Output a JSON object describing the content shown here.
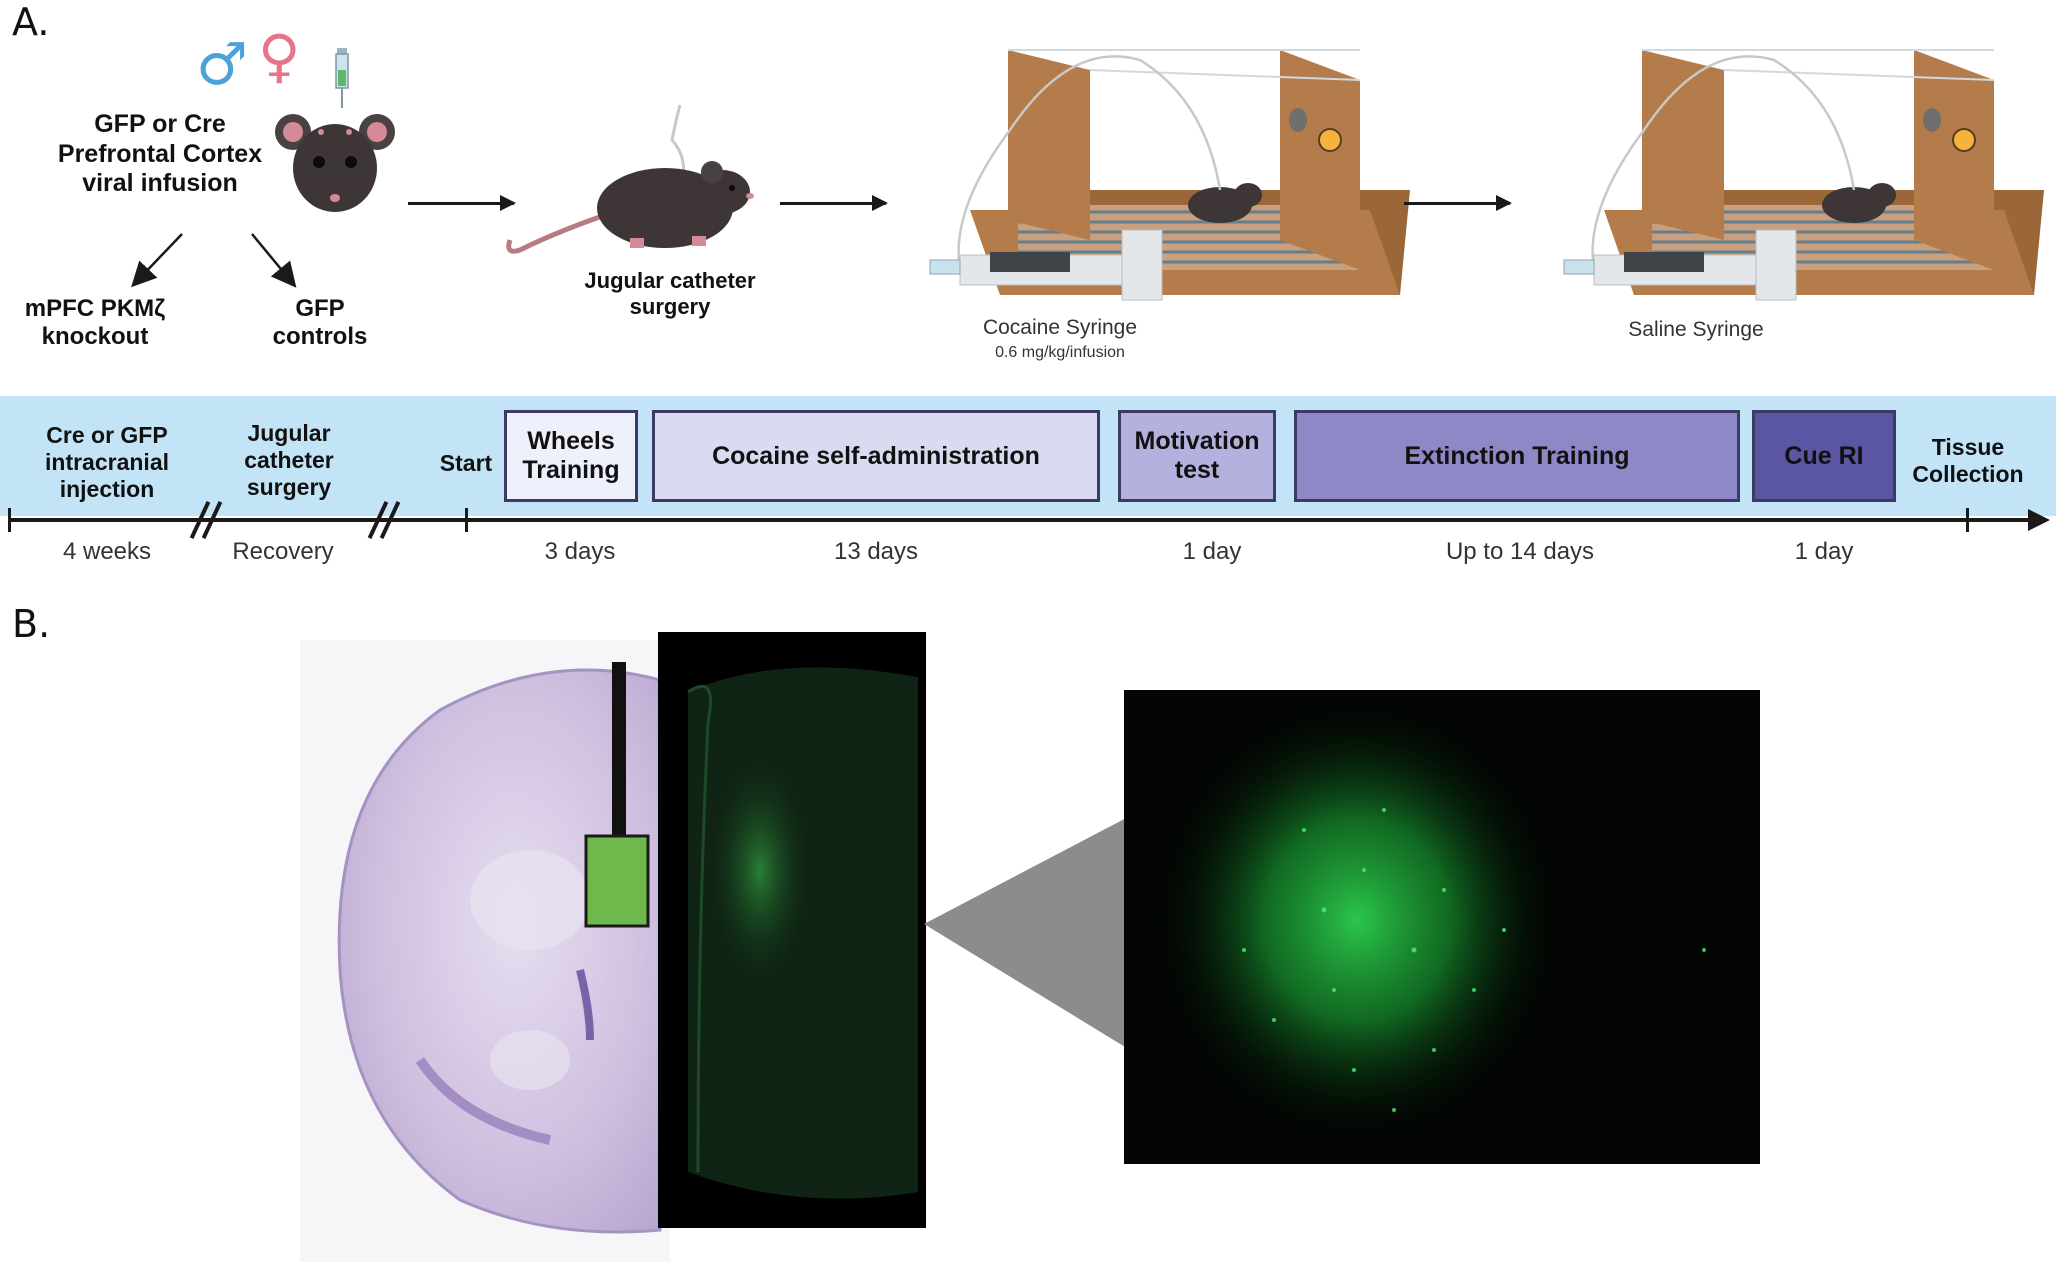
{
  "panel_a": {
    "letter": "A.",
    "infusion_label": "GFP or Cre Prefrontal Cortex viral infusion",
    "branch_left": "mPFC PKMζ knockout",
    "branch_right": "GFP controls",
    "catheter_label": "Jugular catheter surgery",
    "cocaine_label": "Cocaine Syringe",
    "cocaine_dose": "0.6 mg/kg/infusion",
    "saline_label": "Saline Syringe",
    "symbols": {
      "male": "♂",
      "female": "♀"
    }
  },
  "timeline": {
    "pre": [
      {
        "label": "Cre or GFP intracranial injection",
        "duration": "4 weeks"
      },
      {
        "label": "Jugular catheter surgery",
        "duration": "Recovery"
      },
      {
        "label": "Start"
      }
    ],
    "phases": [
      {
        "label": "Wheels Training",
        "duration": "3 days",
        "color": "#eef0fb"
      },
      {
        "label": "Cocaine self-administration",
        "duration": "13 days",
        "color": "#d9dcf1"
      },
      {
        "label": "Motivation test",
        "duration": "1 day",
        "color": "#b4b1de"
      },
      {
        "label": "Extinction Training",
        "duration": "Up to 14 days",
        "color": "#8f88c7"
      },
      {
        "label": "Cue RI",
        "duration": "1 day",
        "color": "#5b56a3"
      }
    ],
    "end": {
      "label": "Tissue Collection"
    }
  },
  "panel_b": {
    "letter": "B."
  },
  "colors": {
    "timeline_bg": "#c3e4f6",
    "chamber_wood": "#b47c4a",
    "nissl": "#b7a6cf",
    "gfp": "#2ec24a",
    "zoom_wedge": "#8c8c8c"
  }
}
